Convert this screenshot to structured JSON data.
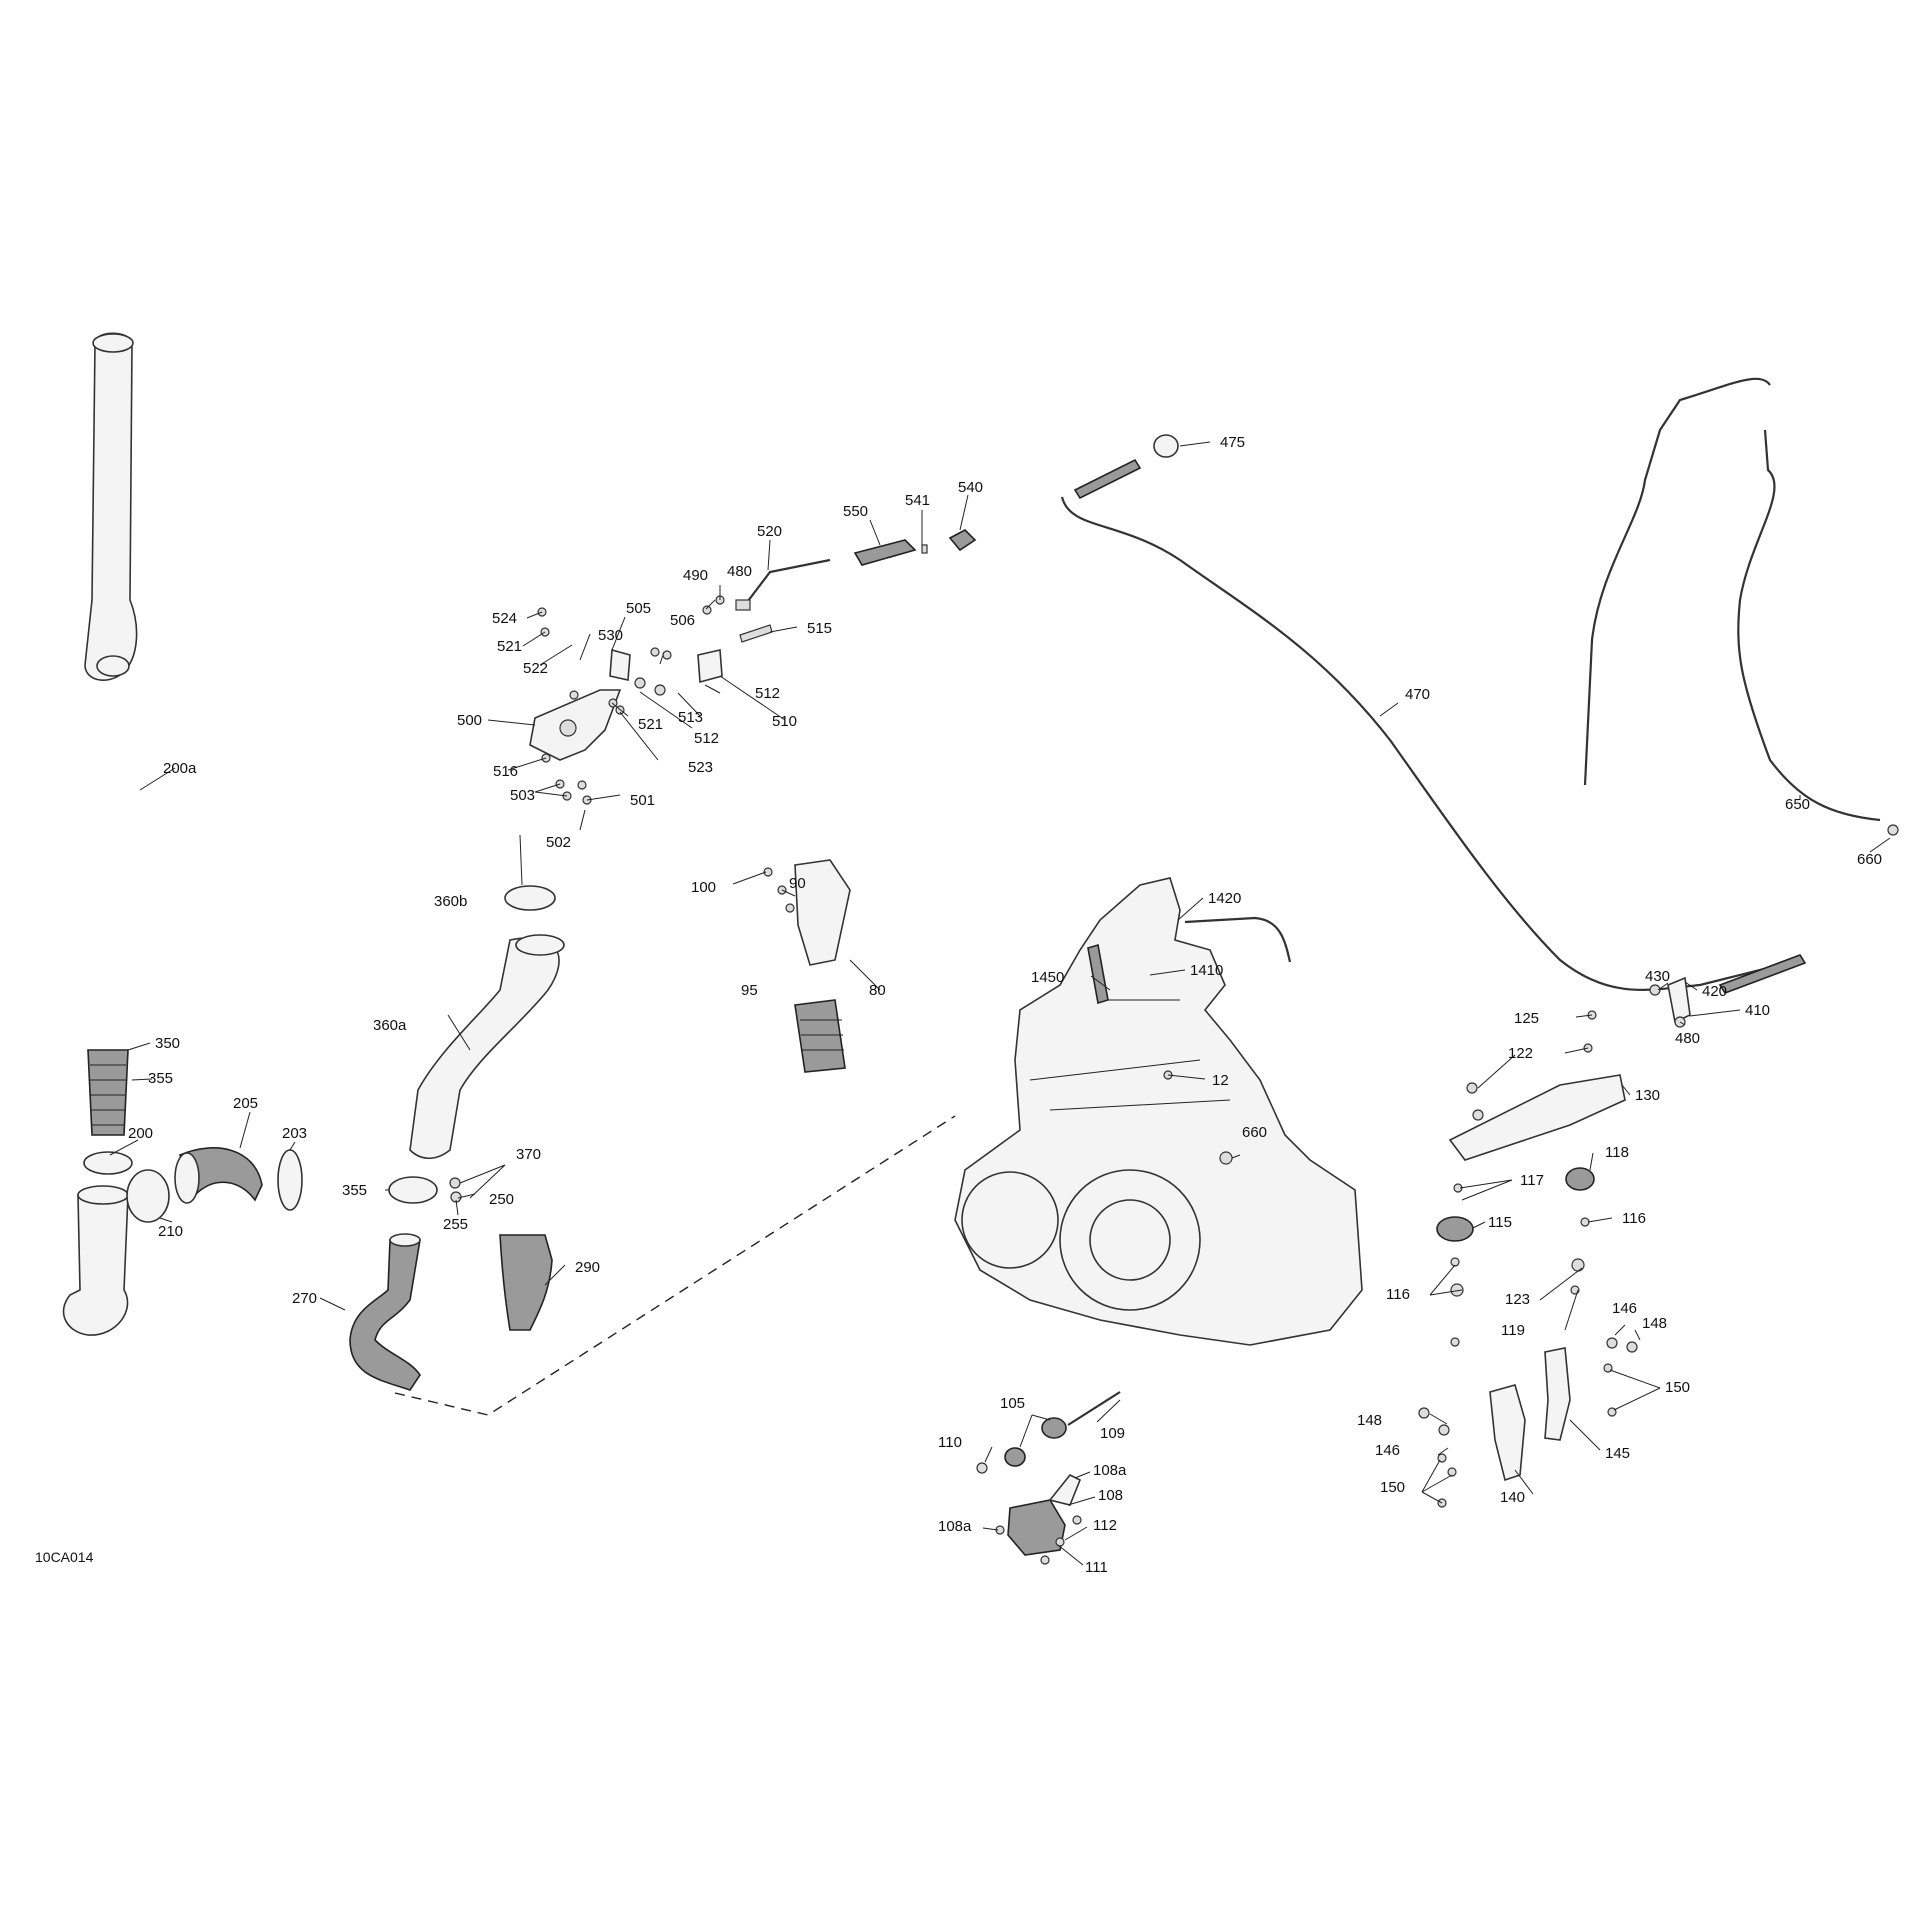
{
  "diagram": {
    "reference_code": "10CA014",
    "callouts": [
      "475",
      "541",
      "540",
      "550",
      "520",
      "490",
      "480",
      "524",
      "505",
      "506",
      "515",
      "521",
      "530",
      "522",
      "512",
      "513",
      "510",
      "500",
      "521",
      "512",
      "523",
      "516",
      "503",
      "501",
      "502",
      "470",
      "650",
      "660",
      "200a",
      "360b",
      "90",
      "100",
      "1420",
      "1450",
      "1410",
      "95",
      "80",
      "430",
      "420",
      "480",
      "410",
      "350",
      "125",
      "360a",
      "355",
      "122",
      "12",
      "130",
      "205",
      "200",
      "203",
      "370",
      "660",
      "118",
      "355",
      "250",
      "117",
      "255",
      "210",
      "115",
      "116",
      "290",
      "116",
      "270",
      "123",
      "119",
      "146",
      "148",
      "150",
      "105",
      "109",
      "148",
      "110",
      "146",
      "108a",
      "145",
      "108",
      "140",
      "150",
      "108a",
      "112",
      "111"
    ]
  }
}
